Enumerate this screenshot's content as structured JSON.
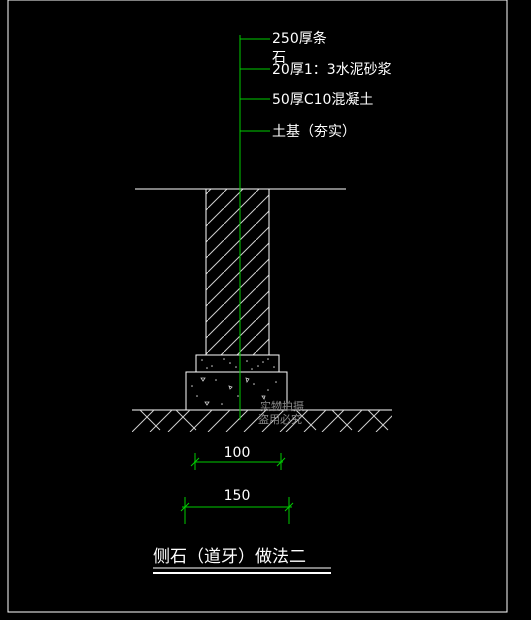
{
  "colors": {
    "background": "#000000",
    "frame": "#ffffff",
    "leader": "#00cc00",
    "dimension": "#00cc00",
    "text": "#ffffff",
    "hatch": "#cfcfcf",
    "watermark": "#8a8a8a"
  },
  "labels": {
    "layer1_a": "250厚条",
    "layer1_b": "石",
    "layer2": "20厚1：3水泥砂浆",
    "layer3": "50厚C10混凝土",
    "layer4": "土基（夯实）"
  },
  "dims": {
    "inner": "100",
    "outer": "150"
  },
  "title": "侧石（道牙）做法二",
  "watermark": {
    "line1": "实物拍摄",
    "line2": "盗用必究"
  }
}
